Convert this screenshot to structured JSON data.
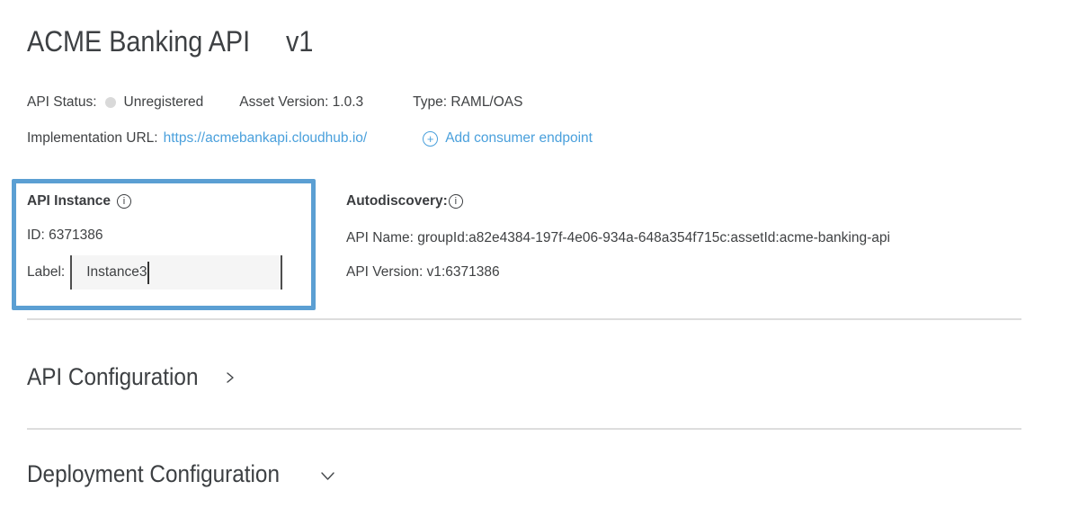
{
  "header": {
    "title": "ACME Banking API",
    "version": "v1"
  },
  "status_row": {
    "api_status_label": "API Status:",
    "api_status_value": "Unregistered",
    "asset_version": "Asset Version: 1.0.3",
    "type": "Type: RAML/OAS"
  },
  "implementation_row": {
    "label": "Implementation URL:",
    "url": "https://acmebankapi.cloudhub.io/",
    "plus_glyph": "+",
    "add_consumer_endpoint_label": "Add consumer endpoint"
  },
  "api_instance": {
    "title": "API Instance",
    "info_glyph": "i",
    "id": "ID: 6371386",
    "label_caption": "Label:",
    "label_value": "Instance3"
  },
  "autodiscovery": {
    "title": "Autodiscovery:",
    "info_glyph": "i",
    "api_name": "API Name: groupId:a82e4384-197f-4e06-934a-648a354f715c:assetId:acme-banking-api",
    "api_version": "API Version: v1:6371386"
  },
  "sections": {
    "api_configuration_label": "API Configuration",
    "deployment_configuration_label": "Deployment Configuration"
  },
  "colors": {
    "link_blue": "#4AA0DC",
    "highlight_border_blue": "#5B9FD3",
    "status_dot_gray": "#D9D9D9",
    "divider_gray": "#DDDDDD",
    "text_dark_gray": "#3F4143",
    "input_background": "#F5F5F5"
  }
}
